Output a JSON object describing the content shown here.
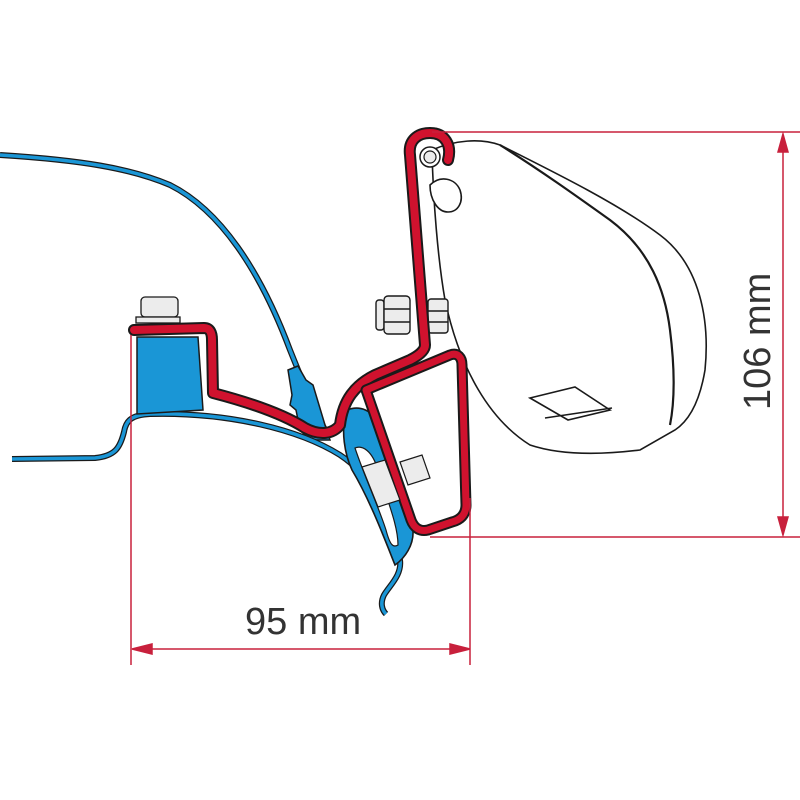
{
  "diagram": {
    "type": "technical-drawing",
    "subject": "awning mounting bracket cross-section",
    "colors": {
      "bracket": "#d0122e",
      "vehicle_profile": "#1a96d6",
      "dimension_line": "#c8203c",
      "outline": "#1a1a1a",
      "hardware": "#ececec",
      "text": "#333333"
    }
  },
  "dimensions": {
    "width_label": "95 mm",
    "height_label": "106 mm"
  }
}
